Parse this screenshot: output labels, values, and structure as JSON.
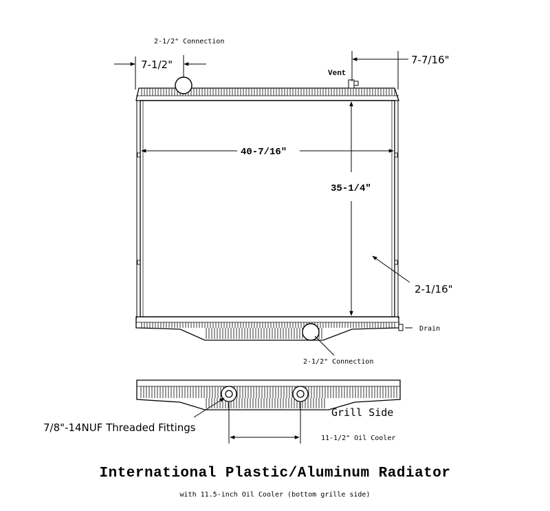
{
  "labels": {
    "top_connection": "2-1/2\" Connection",
    "left_offset": "7-1/2\"",
    "right_offset": "7-7/16\"",
    "vent": "Vent",
    "width": "40-7/16\"",
    "height": "35-1/4\"",
    "core_depth": "2-1/16\"",
    "drain": "Drain",
    "bottom_connection": "2-1/2\" Connection",
    "grill_side": "Grill Side",
    "fittings": "7/8\"-14NUF Threaded Fittings",
    "oil_cooler_spacing": "11-1/2\" Oil Cooler"
  },
  "title": "International Plastic/Aluminum Radiator",
  "subtitle": "with 11.5-inch Oil Cooler (bottom grille side)"
}
